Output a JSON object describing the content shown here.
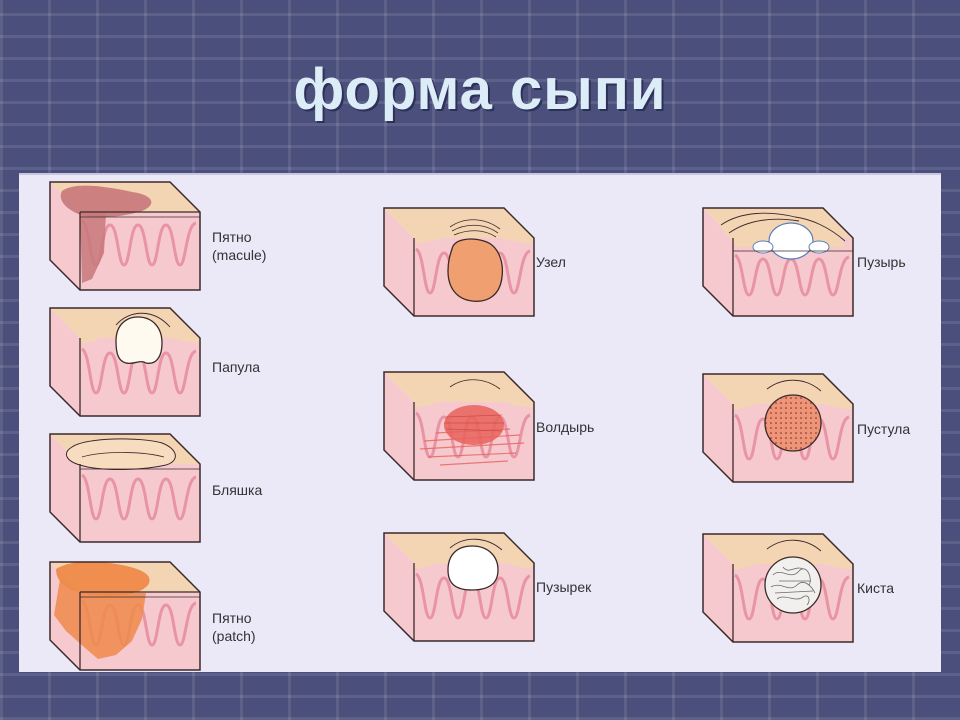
{
  "title": "форма сыпи",
  "lesions": [
    {
      "key": "macule",
      "label_line1": "Пятно",
      "label_line2": "(macule)"
    },
    {
      "key": "papule",
      "label_line1": "Папула",
      "label_line2": ""
    },
    {
      "key": "plaque",
      "label_line1": "Бляшка",
      "label_line2": ""
    },
    {
      "key": "patch",
      "label_line1": "Пятно",
      "label_line2": "(patch)"
    },
    {
      "key": "nodule",
      "label_line1": "Узел",
      "label_line2": ""
    },
    {
      "key": "wheal",
      "label_line1": "Волдырь",
      "label_line2": ""
    },
    {
      "key": "vesicle",
      "label_line1": "Пузырек",
      "label_line2": ""
    },
    {
      "key": "bulla",
      "label_line1": "Пузырь",
      "label_line2": ""
    },
    {
      "key": "pustule",
      "label_line1": "Пустула",
      "label_line2": ""
    },
    {
      "key": "cyst",
      "label_line1": "Киста",
      "label_line2": ""
    }
  ],
  "colors": {
    "skin_top": "#f3d5b4",
    "skin_body": "#f6c9cf",
    "papillae": "#e894a4",
    "outline": "#3a2a2a",
    "macule": "#c8787a",
    "patch": "#ee8a4a",
    "nodule": "#f0a070",
    "wheal": "#e8625a",
    "pustule": "#f09478"
  }
}
